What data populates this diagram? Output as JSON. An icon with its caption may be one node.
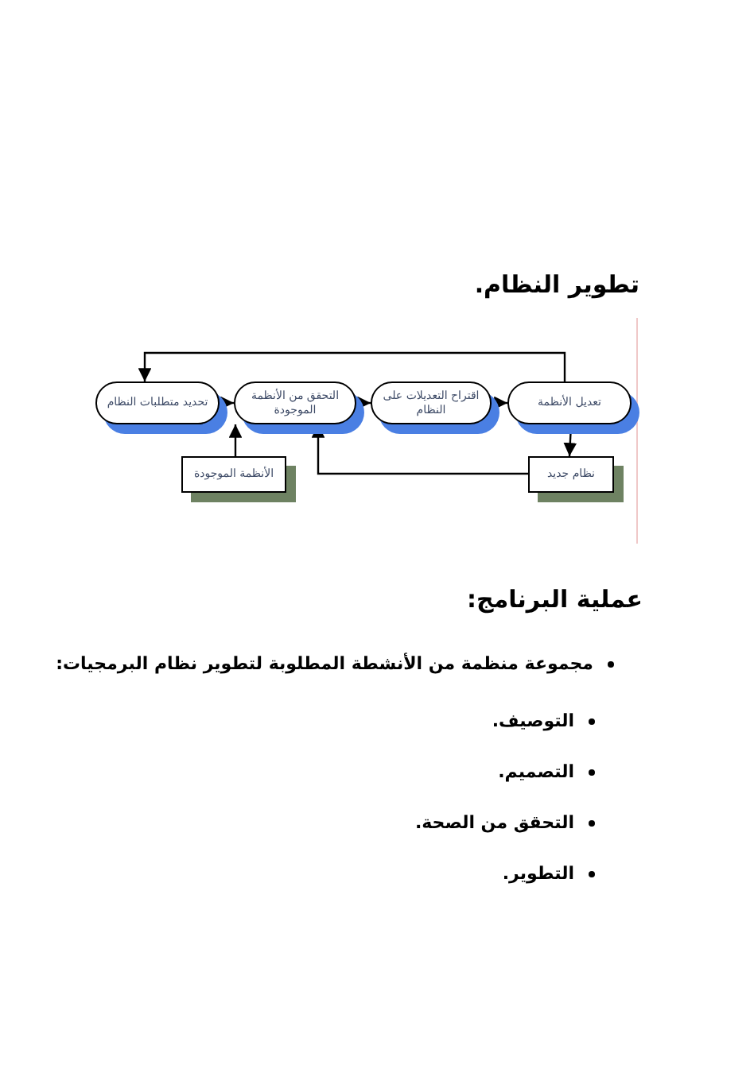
{
  "diagram": {
    "title": "تطوير النظام.",
    "nodes": [
      {
        "text": [
          "تحديد متطلبات النظام"
        ]
      },
      {
        "text": [
          "التحقق من الأنظمة الموجودة"
        ]
      },
      {
        "text": [
          "اقتراح التعديلات على النظام"
        ]
      },
      {
        "text": [
          "تعديل الأنظمة"
        ]
      },
      {
        "text": [
          "الأنظمة الموجودة"
        ]
      },
      {
        "text": [
          "نظام جديد"
        ]
      }
    ],
    "edges": [
      {
        "from": 0,
        "to": 1,
        "arrow": "to"
      },
      {
        "from": 1,
        "to": 2,
        "arrow": "to"
      },
      {
        "from": 2,
        "to": 3,
        "arrow": "to"
      },
      {
        "from": 3,
        "to": 0,
        "arrow": "to"
      },
      {
        "from": 3,
        "to": 5,
        "arrow": "to"
      },
      {
        "from": 5,
        "to": 1,
        "arrow": "to"
      },
      {
        "from": 4,
        "to": 1,
        "arrow": "to"
      }
    ],
    "labels": [
      "عملية البرنامج:",
      "مجموعة منظمة من الأنشطة المطلوبة لتطوير نظام البرمجيات:",
      "التوصيف.",
      "التصميم.",
      "التحقق من الصحة.",
      "التطوير."
    ]
  }
}
